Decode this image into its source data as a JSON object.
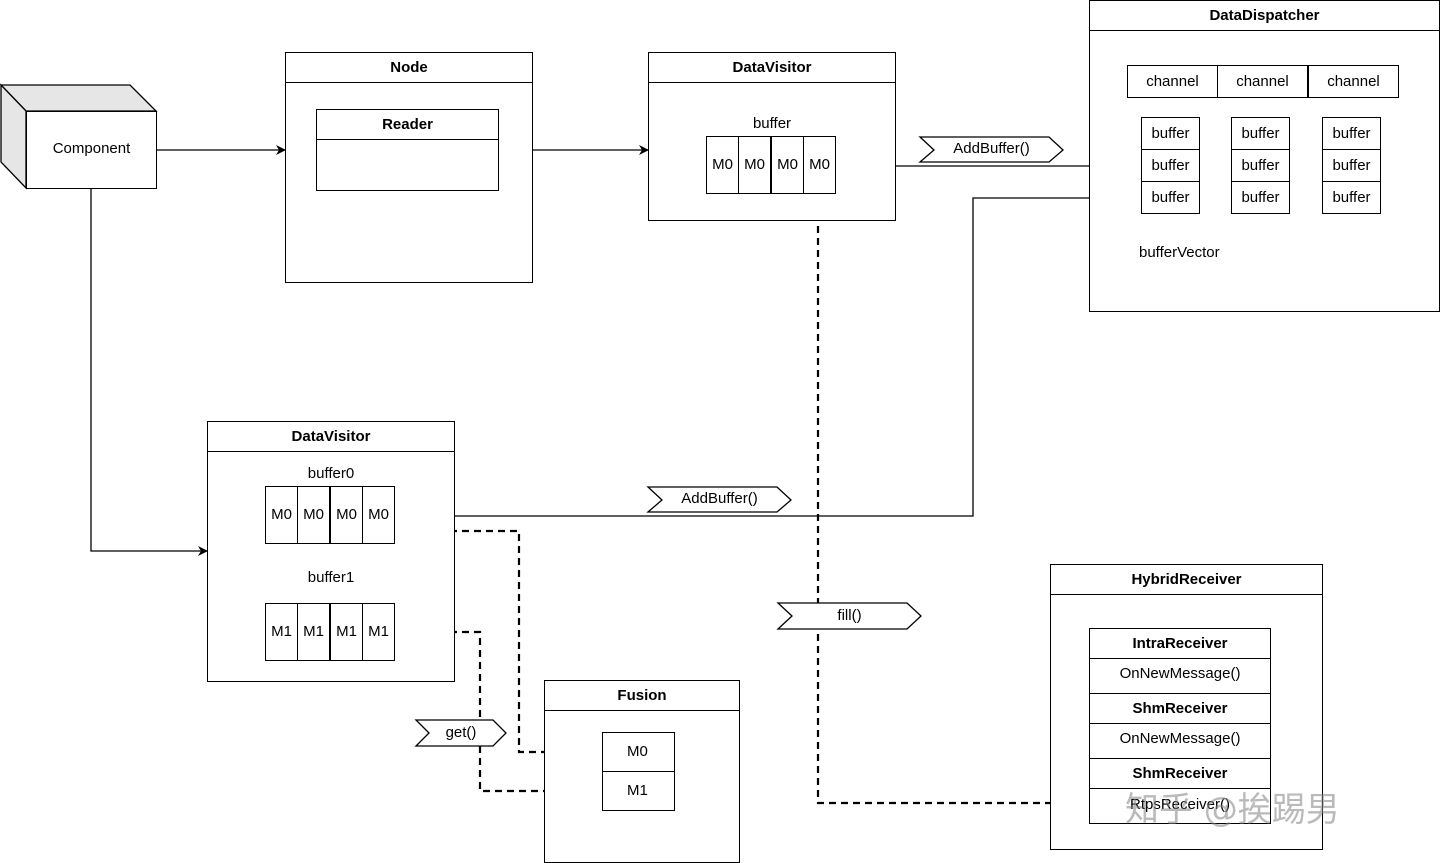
{
  "component": {
    "label": "Component"
  },
  "node": {
    "title": "Node",
    "reader_title": "Reader"
  },
  "data_visitor_top": {
    "title": "DataVisitor",
    "buffer_label": "buffer",
    "cells": [
      "M0",
      "M0",
      "M0",
      "M0"
    ]
  },
  "data_dispatcher": {
    "title": "DataDispatcher",
    "channels": [
      "channel",
      "channel",
      "channel"
    ],
    "buffer_columns": [
      [
        "buffer",
        "buffer",
        "buffer"
      ],
      [
        "buffer",
        "buffer",
        "buffer"
      ],
      [
        "buffer",
        "buffer",
        "buffer"
      ]
    ],
    "vector_label": "bufferVector"
  },
  "add_buffer_top": {
    "label": "AddBuffer()"
  },
  "data_visitor_bottom": {
    "title": "DataVisitor",
    "buffer0_label": "buffer0",
    "buffer0_cells": [
      "M0",
      "M0",
      "M0",
      "M0"
    ],
    "buffer1_label": "buffer1",
    "buffer1_cells": [
      "M1",
      "M1",
      "M1",
      "M1"
    ]
  },
  "add_buffer_bottom": {
    "label": "AddBuffer()"
  },
  "fill_tag": {
    "label": "fill()"
  },
  "get_tag": {
    "label": "get()"
  },
  "fusion": {
    "title": "Fusion",
    "cells": [
      "M0",
      "M1"
    ]
  },
  "hybrid_receiver": {
    "title": "HybridReceiver",
    "intra_title": "IntraReceiver",
    "intra_method": "OnNewMessage()",
    "shm_title": "ShmReceiver",
    "shm_method": "OnNewMessage()",
    "rtps_title": "ShmReceiver",
    "rtps_method": "RtpsReceiver()"
  },
  "watermark": {
    "text": "知乎 @挨踢男"
  }
}
